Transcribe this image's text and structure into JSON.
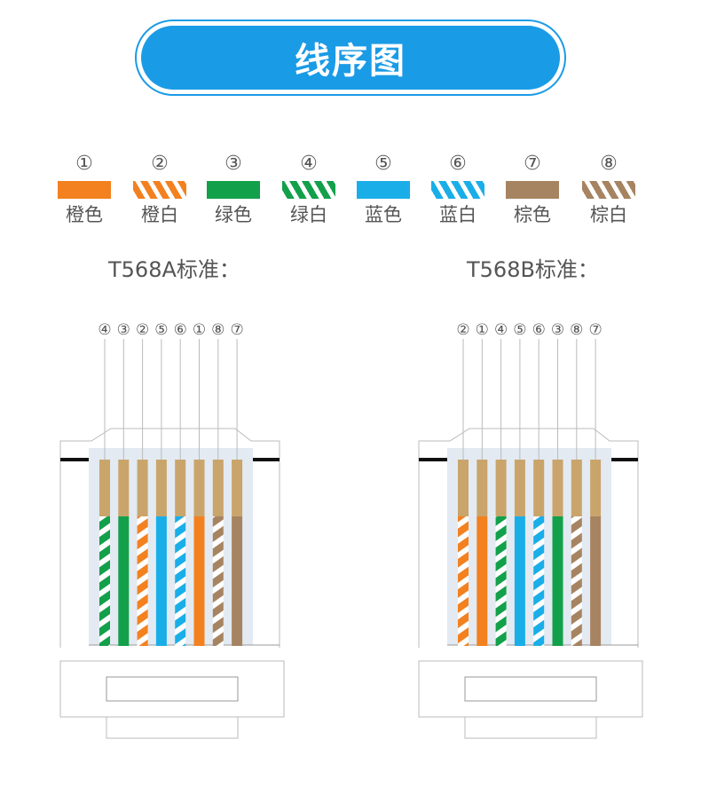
{
  "title": "线序图",
  "legend": [
    {
      "num": "①",
      "label": "橙色",
      "color": "#f3811f",
      "striped": false
    },
    {
      "num": "②",
      "label": "橙白",
      "color": "#f3811f",
      "striped": true
    },
    {
      "num": "③",
      "label": "绿色",
      "color": "#13a04a",
      "striped": false
    },
    {
      "num": "④",
      "label": "绿白",
      "color": "#13a04a",
      "striped": true
    },
    {
      "num": "⑤",
      "label": "蓝色",
      "color": "#1aaee8",
      "striped": false
    },
    {
      "num": "⑥",
      "label": "蓝白",
      "color": "#1aaee8",
      "striped": true
    },
    {
      "num": "⑦",
      "label": "棕色",
      "color": "#a78461",
      "striped": false
    },
    {
      "num": "⑧",
      "label": "棕白",
      "color": "#a78461",
      "striped": true
    }
  ],
  "standards": [
    {
      "label": "T568A标准：",
      "order": [
        "④",
        "③",
        "②",
        "⑤",
        "⑥",
        "①",
        "⑧",
        "⑦"
      ],
      "wires": [
        4,
        3,
        2,
        5,
        6,
        1,
        8,
        7
      ]
    },
    {
      "label": "T568B标准：",
      "order": [
        "②",
        "①",
        "④",
        "⑤",
        "⑥",
        "③",
        "⑧",
        "⑦"
      ],
      "wires": [
        2,
        1,
        4,
        5,
        6,
        3,
        8,
        7
      ]
    }
  ]
}
